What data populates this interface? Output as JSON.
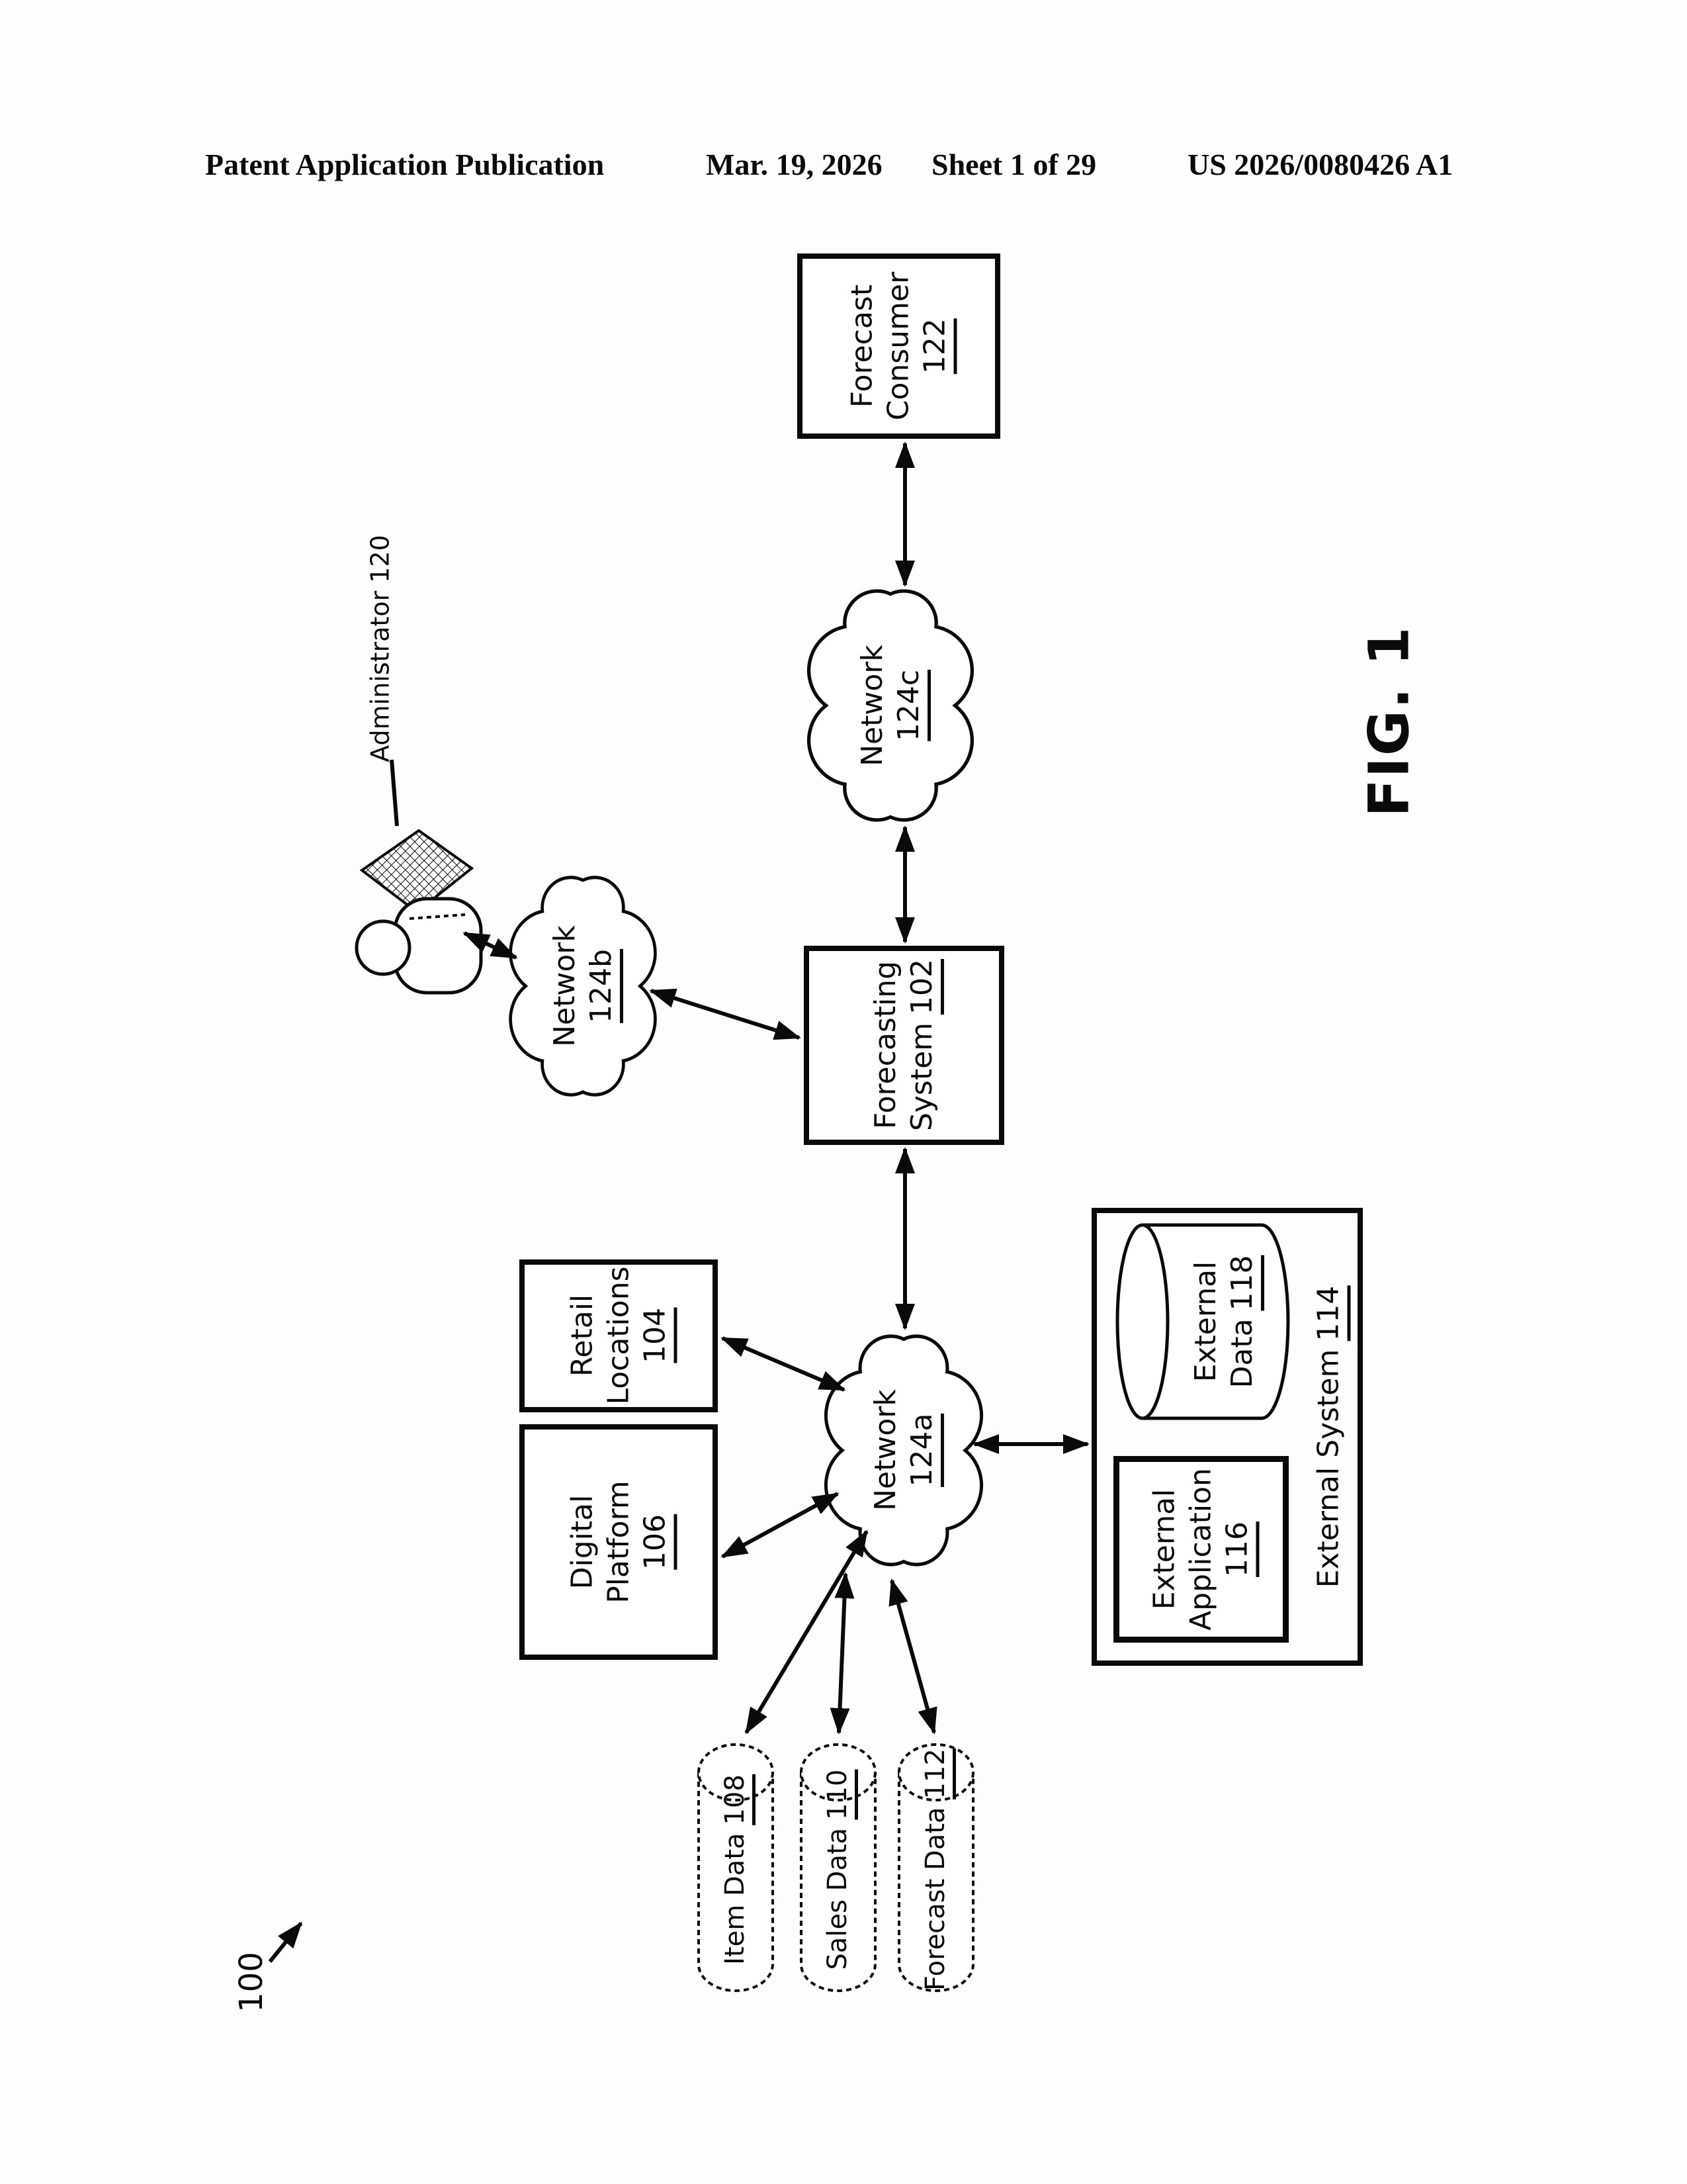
{
  "header": {
    "publication": "Patent Application Publication",
    "date": "Mar. 19, 2026",
    "sheet": "Sheet 1 of 29",
    "patent_number": "US 2026/0080426 A1"
  },
  "figure": {
    "label": "FIG. 1",
    "system_ref": "100"
  },
  "nodes": {
    "forecast_consumer": {
      "line1": "Forecast",
      "line2": "Consumer",
      "ref": "122"
    },
    "network_c": {
      "line1": "Network",
      "ref": "124c"
    },
    "forecasting_system": {
      "line1": "Forecasting",
      "line2": "System",
      "ref": "102"
    },
    "administrator": {
      "label": "Administrator",
      "ref": "120"
    },
    "network_b": {
      "line1": "Network",
      "ref": "124b"
    },
    "network_a": {
      "line1": "Network",
      "ref": "124a"
    },
    "retail_locations": {
      "line1": "Retail",
      "line2": "Locations",
      "ref": "104"
    },
    "digital_platform": {
      "line1": "Digital",
      "line2": "Platform",
      "ref": "106"
    },
    "external_system": {
      "label": "External System",
      "ref": "114"
    },
    "external_data": {
      "line1": "External",
      "line2": "Data",
      "ref": "118"
    },
    "external_application": {
      "line1": "External",
      "line2": "Application",
      "ref": "116"
    },
    "item_data": {
      "label": "Item Data",
      "ref": "108"
    },
    "sales_data": {
      "label": "Sales Data",
      "ref": "110"
    },
    "forecast_data": {
      "label": "Forecast Data",
      "ref": "112"
    }
  }
}
